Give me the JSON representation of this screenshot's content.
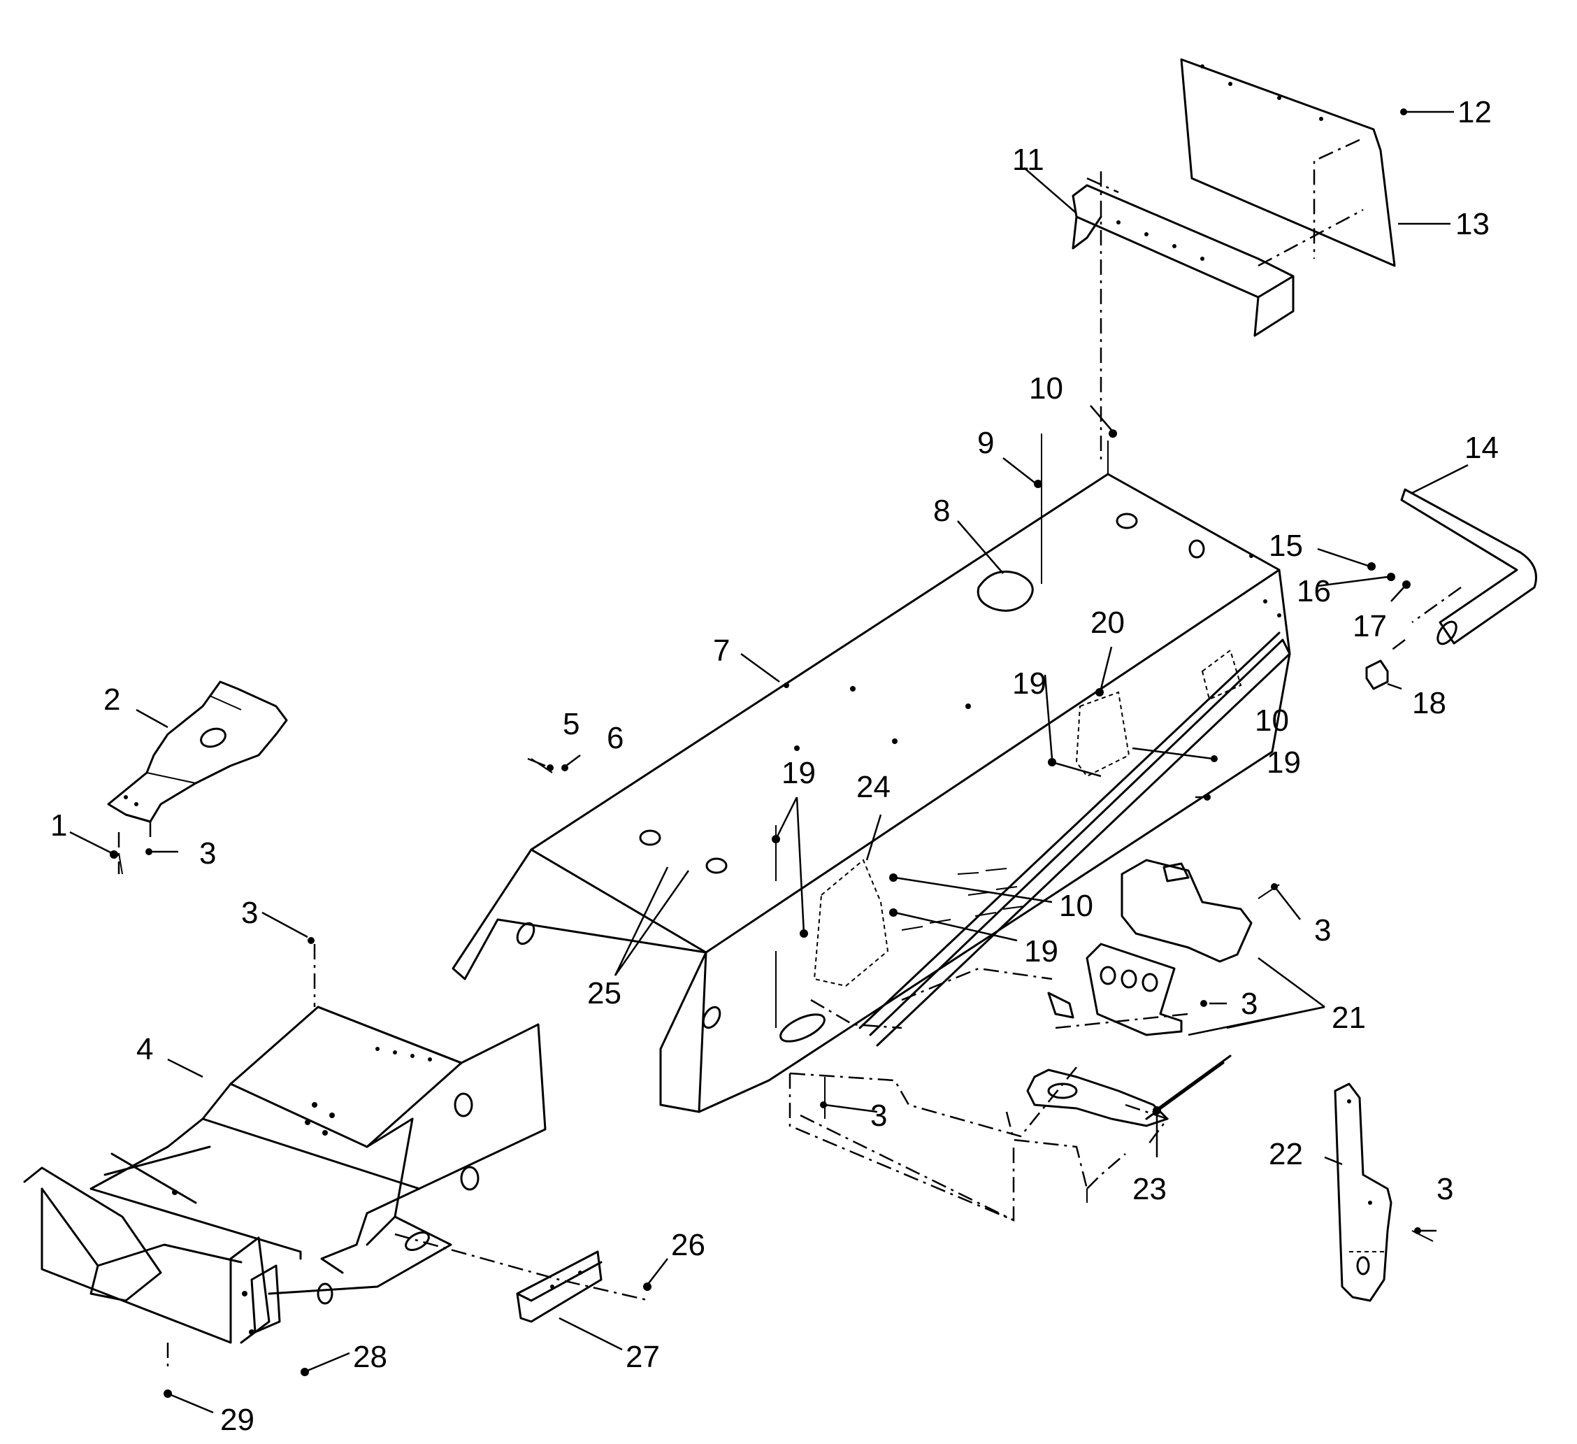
{
  "callouts": [
    {
      "id": "c1",
      "text": "1"
    },
    {
      "id": "c2",
      "text": "2"
    },
    {
      "id": "c3a",
      "text": "3"
    },
    {
      "id": "c3b",
      "text": "3"
    },
    {
      "id": "c3c",
      "text": "3"
    },
    {
      "id": "c3d",
      "text": "3"
    },
    {
      "id": "c3e",
      "text": "3"
    },
    {
      "id": "c3f",
      "text": "3"
    },
    {
      "id": "c4",
      "text": "4"
    },
    {
      "id": "c5",
      "text": "5"
    },
    {
      "id": "c6",
      "text": "6"
    },
    {
      "id": "c7",
      "text": "7"
    },
    {
      "id": "c8",
      "text": "8"
    },
    {
      "id": "c9",
      "text": "9"
    },
    {
      "id": "c10a",
      "text": "10"
    },
    {
      "id": "c10b",
      "text": "10"
    },
    {
      "id": "c10c",
      "text": "10"
    },
    {
      "id": "c11",
      "text": "11"
    },
    {
      "id": "c12",
      "text": "12"
    },
    {
      "id": "c13",
      "text": "13"
    },
    {
      "id": "c14",
      "text": "14"
    },
    {
      "id": "c15",
      "text": "15"
    },
    {
      "id": "c16",
      "text": "16"
    },
    {
      "id": "c17",
      "text": "17"
    },
    {
      "id": "c18",
      "text": "18"
    },
    {
      "id": "c19a",
      "text": "19"
    },
    {
      "id": "c19b",
      "text": "19"
    },
    {
      "id": "c19c",
      "text": "19"
    },
    {
      "id": "c19d",
      "text": "19"
    },
    {
      "id": "c20",
      "text": "20"
    },
    {
      "id": "c21",
      "text": "21"
    },
    {
      "id": "c22",
      "text": "22"
    },
    {
      "id": "c23",
      "text": "23"
    },
    {
      "id": "c24",
      "text": "24"
    },
    {
      "id": "c25",
      "text": "25"
    },
    {
      "id": "c26",
      "text": "26"
    },
    {
      "id": "c27",
      "text": "27"
    },
    {
      "id": "c28",
      "text": "28"
    },
    {
      "id": "c29",
      "text": "29"
    }
  ]
}
